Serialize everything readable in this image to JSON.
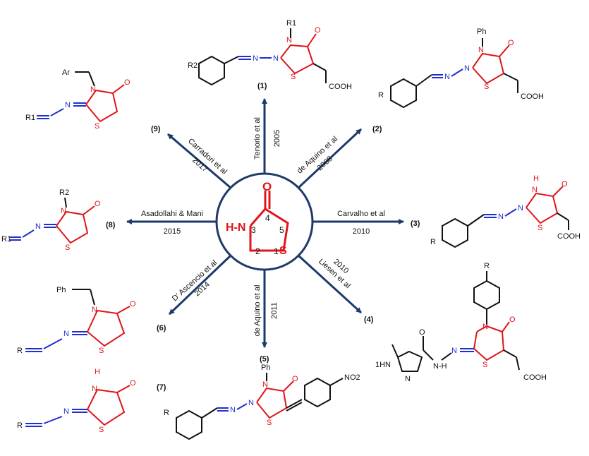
{
  "colors": {
    "ring": "#e0141b",
    "chain": "#1f2fd0",
    "bond": "#111111",
    "arrow": "#1b3a6b",
    "circle": "#1f3a6a"
  },
  "core": {
    "O": "O",
    "NH": "H-N",
    "S": "S",
    "num1": "1",
    "num2": "2",
    "num3": "3",
    "num4": "4",
    "num5": "5"
  },
  "refs": [
    {
      "lines": [
        "Tenorio et al",
        "2005"
      ]
    },
    {
      "lines": [
        "de Aquino et al",
        "2008"
      ]
    },
    {
      "lines": [
        "Carvalho et al",
        "2010"
      ]
    },
    {
      "lines": [
        "Liesen et al",
        "2010"
      ]
    },
    {
      "lines": [
        "de Aquino et al",
        "2011"
      ]
    },
    {
      "lines": [
        "D' Ascencio et al",
        "2014"
      ]
    },
    {
      "lines": [
        "Asadollahi & Mani",
        "2015"
      ]
    },
    {
      "lines": [
        "Carradori et al",
        "2017"
      ]
    }
  ],
  "labels": [
    "(1)",
    "(2)",
    "(3)",
    "(4)",
    "(5)",
    "(6)",
    "(7)",
    "(8)",
    "(9)"
  ],
  "atoms": {
    "O": "O",
    "S": "S",
    "N": "N",
    "H": "H",
    "NH": "N-H",
    "HN": "1HN",
    "COOH": "COOH",
    "R": "R",
    "R1": "R1",
    "R2": "R2",
    "Ph": "Ph",
    "Ar": "Ar",
    "NO2": "NO2"
  }
}
